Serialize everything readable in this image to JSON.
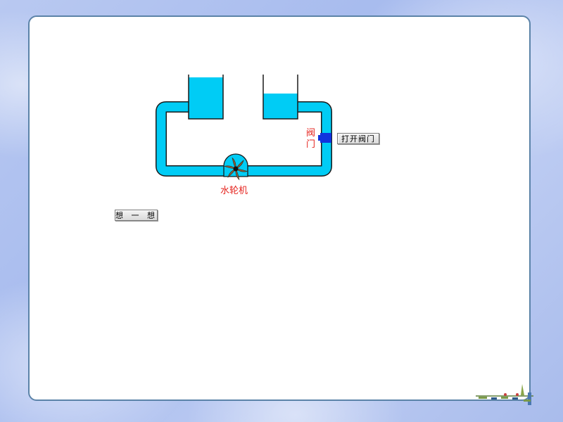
{
  "diagram": {
    "valve_label": "阀门",
    "waterwheel_label": "水轮机"
  },
  "buttons": {
    "open_valve": "打开阀门",
    "think": "想 一 想"
  },
  "colors": {
    "water": "#00ccf5",
    "pipe_outline": "#1a1a1a",
    "valve": "#1133dd",
    "label_red": "#e5221c",
    "panel_border": "#5b83a8"
  },
  "icons": {
    "valve": "valve-icon",
    "waterwheel": "waterwheel-icon"
  }
}
